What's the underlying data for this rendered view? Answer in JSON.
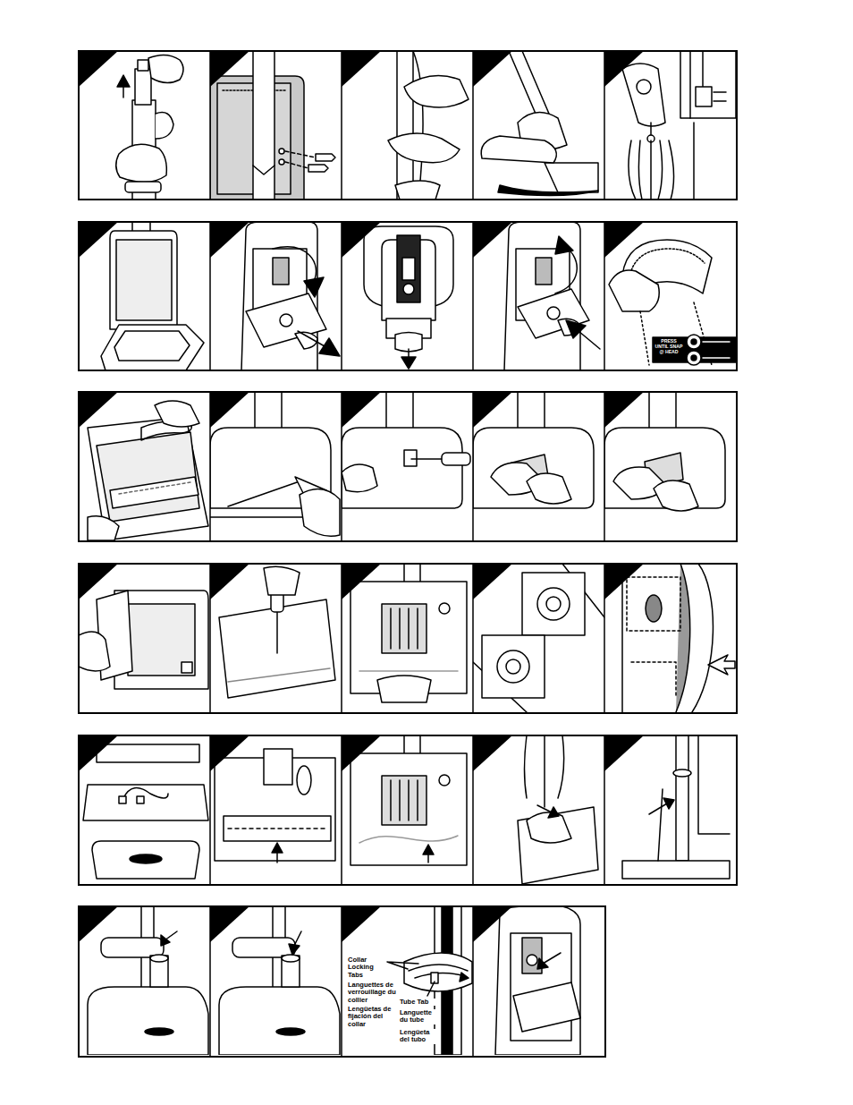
{
  "diagram": {
    "labels": [
      "PRESS UNTIL SNAP @ HEAD",
      "Collar Locking Tabs",
      "Languettes de verrouillage du collier",
      "Lengüetas de fijación del collar",
      "Tube Tab",
      "Languette du tube",
      "Lengüeta del tubo"
    ]
  }
}
